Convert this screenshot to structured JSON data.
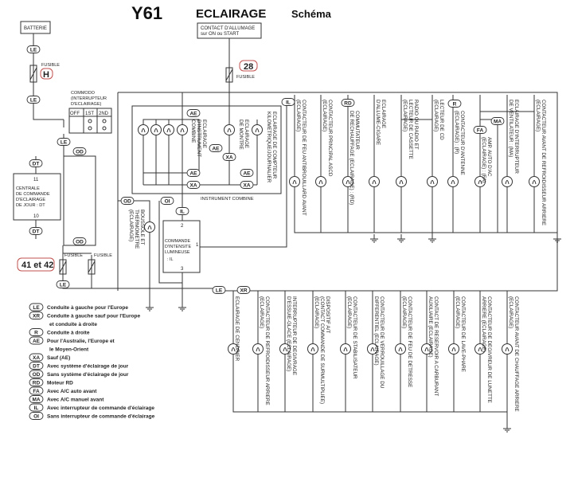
{
  "header": {
    "model": "Y61",
    "title": "ECLAIRAGE",
    "subtitle": "Schéma"
  },
  "components": {
    "battery": "BATTERIE",
    "ignition": [
      "CONTACT D'ALLUMAGE",
      "sur ON ou START"
    ],
    "fuse": "FUSIBLE",
    "fuse_h": "H",
    "fuse_28": "28",
    "fuse_41_42": "41 et 42",
    "commodo": [
      "COMMODO",
      "(INTERRUPTEUR",
      "D'ECLAIRAGE)"
    ],
    "switch_positions": [
      "OFF",
      "1ST",
      "2ND"
    ],
    "drl_unit": {
      "pin_top": "11",
      "lines": [
        "CENTRALE",
        "DE COMMANDE",
        "D'ECLAIRAGE",
        "DE JOUR : DT"
      ],
      "pin_bottom": "10"
    },
    "dimmer": {
      "pin2": "2",
      "pin1": "1",
      "pin3": "3",
      "lines": [
        "COMMANDE",
        "D'INTENSITE",
        "LUMINEUSE",
        ": IL"
      ]
    },
    "compass": [
      "BOUSSOLE ET",
      "THERMOMETRE",
      "(ECLAIRAGE)"
    ],
    "instrument_combine": "INSTRUMENT COMBINE",
    "cluster_labels": [
      [
        "ECLAIRAGE",
        "D'INSTRUMENT",
        "COMBINE"
      ],
      [
        "ECLAIRAGE",
        "DE MONTRE"
      ],
      [
        "ECLAIRAGE DE COMPTEUR",
        "KILOMETRIQUE/JOURNALIER"
      ]
    ]
  },
  "tags": [
    "LE",
    "LE",
    "LE",
    "OD",
    "DT",
    "DT",
    "OD",
    "LE",
    "OD",
    "OI",
    "IL",
    "IL",
    "AE",
    "AE",
    "XA",
    "AE",
    "XA",
    "AE",
    "XA",
    "LE",
    "XR",
    "RD",
    "R",
    "FA",
    "MA"
  ],
  "upper_branches": [
    [
      "CONTACTEUR DE FEU ANTIBROUILLARD AVANT",
      "(ECLAIRAGE)"
    ],
    [
      "CONTACTEUR PRINCIPAL ASCD",
      "(ECLAIRAGE)"
    ],
    [
      "COMMUTATEUR",
      "DE RECHAUFFAGE (ECLAIRAGE) : (RD)"
    ],
    [
      "ECLAIRAGE",
      "D'ALLUME-CIGARE"
    ],
    [
      "RADIO OU RADIO ET",
      "LECTEUR DE CASSETTE",
      "(ECLAIRAGE)"
    ],
    [
      "LECTEUR DE CD",
      "(ECLAIRAGE)"
    ],
    [
      "CONTACTEUR D'ANTENNE",
      "(ECLAIRAGE) : (R)"
    ],
    [
      "AMP. AUTO D'AC",
      "(ECLAIRAGE) : (FA)"
    ],
    [
      "ECLAIRAGE D'INTERRUPTEUR",
      "DE VENTILATEUR : (MA)"
    ],
    [
      "CONTACTEUR AVANT DE REFROIDISSEUR ARRIERE",
      "(ECLAIRAGE)"
    ]
  ],
  "lower_branches": [
    [
      "ECLAIRAGE DE CENDRIER"
    ],
    [
      "CONTACTEUR DE REFROIDISSEUR ARRIERE",
      "(ECLAIRAGE)"
    ],
    [
      "INTERRUPTEUR DE DEGIVRAGE",
      "D'ESSUIE-GLACE (ECLAIRAGE)"
    ],
    [
      "DISPOSITIF A/T",
      "(CONTACT COMMANDE DE SURMULTIPLIEE)",
      "(ECLAIRAGE)"
    ],
    [
      "CONTACTEUR DE STABILISATEUR",
      "(ECLAIRAGE)"
    ],
    [
      "CONTACTEUR DE VERROUILLAGE DU",
      "DIFFERENTIEL (ECLAIRAGE)"
    ],
    [
      "CONTACTEUR DE FEU DE DETRESSE",
      "(ECLAIRAGE)"
    ],
    [
      "CONTACT DE RESERVOIR A CARBURANT",
      "AUXILIAIRE (ECLAIRAGE)"
    ],
    [
      "CONTACTEUR DE LAVE-PHARE",
      "(ECLAIRAGE)"
    ],
    [
      "CONTACTEUR DE DEGIVREUR DE LUNETTE",
      "ARRIERE (ECLAIRAGE)"
    ],
    [
      "CONTACTEUR AVANT DE CHAUFFAGE ARRIERE",
      "(ECLAIRAGE)"
    ]
  ],
  "legend": [
    {
      "code": "LE",
      "text": [
        "Conduite à gauche pour l'Europe"
      ]
    },
    {
      "code": "XR",
      "text": [
        "Conduite à gauche sauf pour l'Europe",
        "et conduite à droite"
      ]
    },
    {
      "code": "R",
      "text": [
        "Conduite à droite"
      ]
    },
    {
      "code": "AE",
      "text": [
        "Pour l'Australie, l'Europe et",
        "le Moyen-Orient"
      ]
    },
    {
      "code": "XA",
      "text": [
        "Sauf (AE)"
      ]
    },
    {
      "code": "DT",
      "text": [
        "Avec système d'éclairage de jour"
      ]
    },
    {
      "code": "OD",
      "text": [
        "Sans système d'éclairage de jour"
      ]
    },
    {
      "code": "RD",
      "text": [
        "Moteur RD"
      ]
    },
    {
      "code": "FA",
      "text": [
        "Avec A/C auto avant"
      ]
    },
    {
      "code": "MA",
      "text": [
        "Avec A/C manuel avant"
      ]
    },
    {
      "code": "IL",
      "text": [
        "Avec interrupteur de commande d'éclairage"
      ]
    },
    {
      "code": "OI",
      "text": [
        "Sans interrupteur de commande d'éclairage"
      ]
    }
  ],
  "colors": {
    "wire": "#333333",
    "highlight": "#c0504d"
  }
}
